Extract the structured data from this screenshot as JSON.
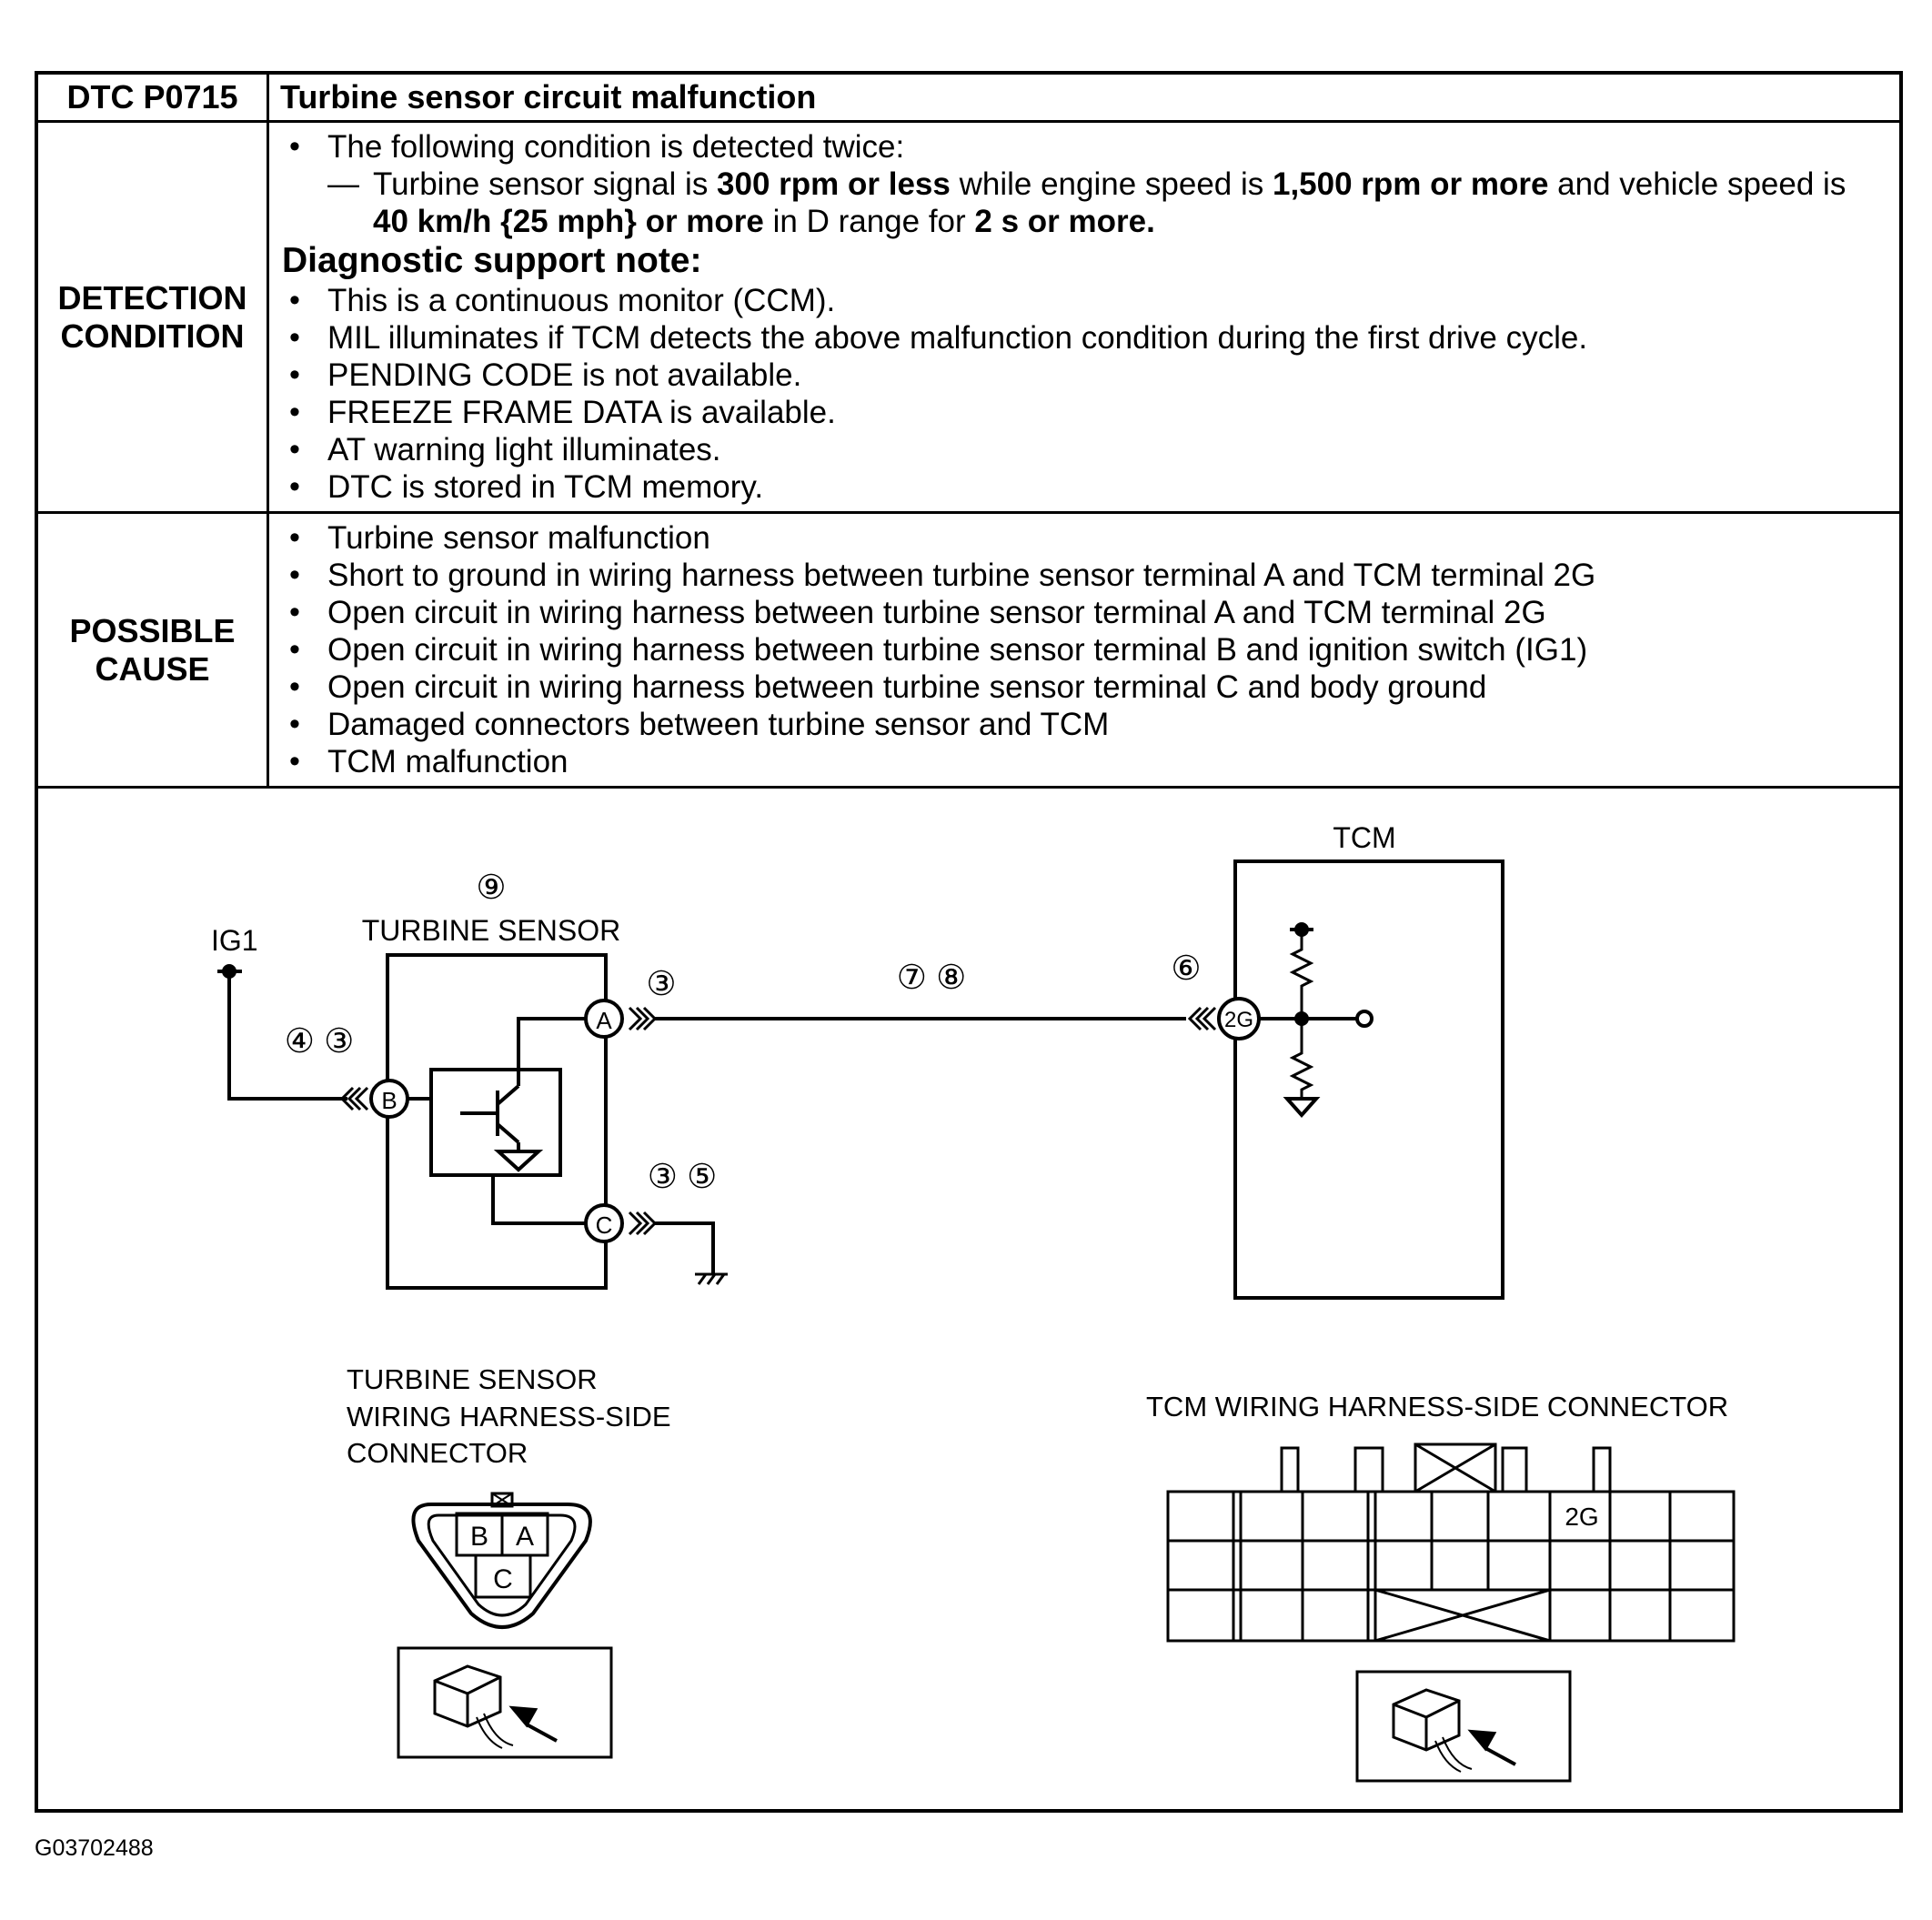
{
  "header": {
    "dtc_code": "DTC P0715",
    "dtc_title": "Turbine sensor circuit malfunction"
  },
  "detection": {
    "label": [
      "DETECTION",
      "CONDITION"
    ],
    "intro": "The following condition is detected twice:",
    "sub_line1_parts": [
      {
        "t": "Turbine sensor signal is ",
        "b": false
      },
      {
        "t": "300 rpm or less",
        "b": true
      },
      {
        "t": " while engine speed is ",
        "b": false
      },
      {
        "t": "1,500 rpm or more",
        "b": true
      },
      {
        "t": " and vehicle speed is",
        "b": false
      }
    ],
    "sub_line2_parts": [
      {
        "t": "40 km/h {25 mph} or more",
        "b": true
      },
      {
        "t": " in D range for ",
        "b": false
      },
      {
        "t": "2 s or more.",
        "b": true
      }
    ],
    "note_title": "Diagnostic support note:",
    "notes": [
      "This is a continuous monitor (CCM).",
      "MIL illuminates if TCM detects the above malfunction condition during the first drive cycle.",
      "PENDING CODE is not available.",
      "FREEZE FRAME DATA is available.",
      "AT warning light illuminates.",
      "DTC is stored in TCM memory."
    ]
  },
  "possible_cause": {
    "label": [
      "POSSIBLE",
      "CAUSE"
    ],
    "items": [
      "Turbine sensor malfunction",
      "Short to ground in wiring harness between turbine sensor terminal A and TCM terminal 2G",
      "Open circuit in wiring harness between turbine sensor terminal A and TCM terminal 2G",
      "Open circuit in wiring harness between turbine sensor terminal B and ignition switch (IG1)",
      "Open circuit in wiring harness between turbine sensor terminal C and body ground",
      "Damaged connectors between turbine sensor and TCM",
      "TCM malfunction"
    ]
  },
  "diagram": {
    "ig1": "IG1",
    "turbine_sensor": "TURBINE SENSOR",
    "tcm": "TCM",
    "term_a": "A",
    "term_b": "B",
    "term_c": "C",
    "term_2g": "2G",
    "step_sensor": "⑨",
    "step_a": "③",
    "step_wire": "⑦ ⑧",
    "step_tcm": "⑥",
    "step_b": "④ ③",
    "step_c": "③ ⑤",
    "sensor_conn_title": [
      "TURBINE SENSOR",
      "WIRING HARNESS-SIDE",
      "CONNECTOR"
    ],
    "tcm_conn_title": "TCM WIRING HARNESS-SIDE CONNECTOR",
    "tcm_conn_pin": "2G"
  },
  "figure_id": "G03702488"
}
